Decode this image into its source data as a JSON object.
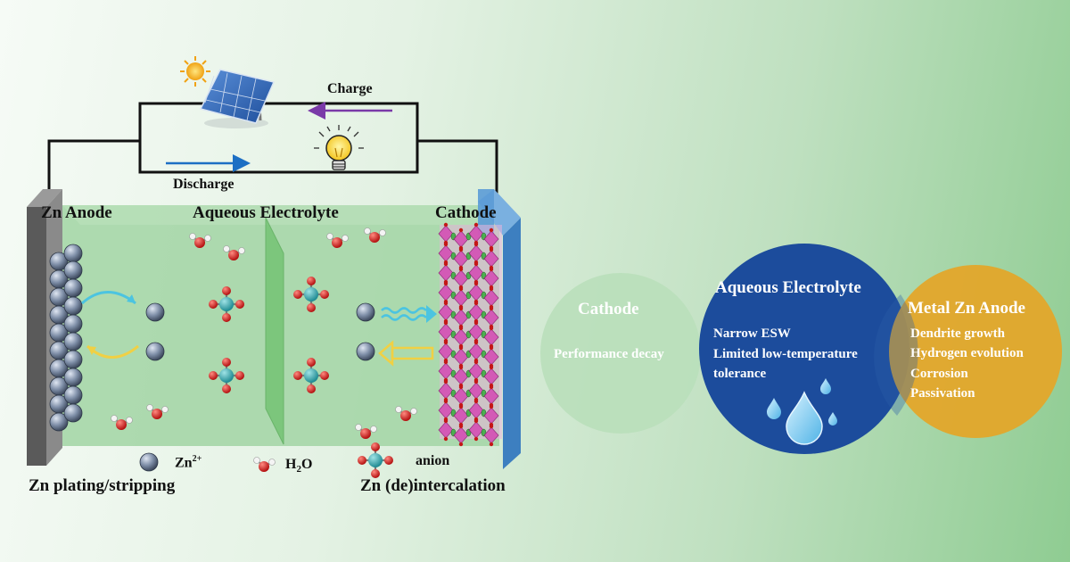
{
  "circuit": {
    "charge_label": "Charge",
    "discharge_label": "Discharge",
    "colors": {
      "charge_arrow": "#7a3aa8",
      "discharge_arrow": "#1d6fc4"
    }
  },
  "battery": {
    "anode_label": "Zn Anode",
    "electrolyte_label": "Aqueous Electrolyte",
    "cathode_label": "Cathode",
    "anode_process": "Zn plating/stripping",
    "cathode_process": "Zn (de)intercalation"
  },
  "legend": {
    "zn_label": "Zn",
    "zn_charge": "2+",
    "water_label": "H",
    "water_sub": "2",
    "water_suffix": "O",
    "anion_label": "anion"
  },
  "challenges": {
    "cathode": {
      "title": "Cathode",
      "items": [
        "Performance decay"
      ],
      "color": "#b9dfba"
    },
    "electrolyte": {
      "title": "Aqueous Electrolyte",
      "items": [
        "Narrow ESW",
        "Limited low-temperature",
        "tolerance"
      ],
      "color": "#1c4c9c"
    },
    "anode": {
      "title": "Metal Zn Anode",
      "items": [
        "Dendrite growth",
        "Hydrogen evolution",
        "Corrosion",
        "Passivation"
      ],
      "color": "#e3a72a"
    }
  }
}
